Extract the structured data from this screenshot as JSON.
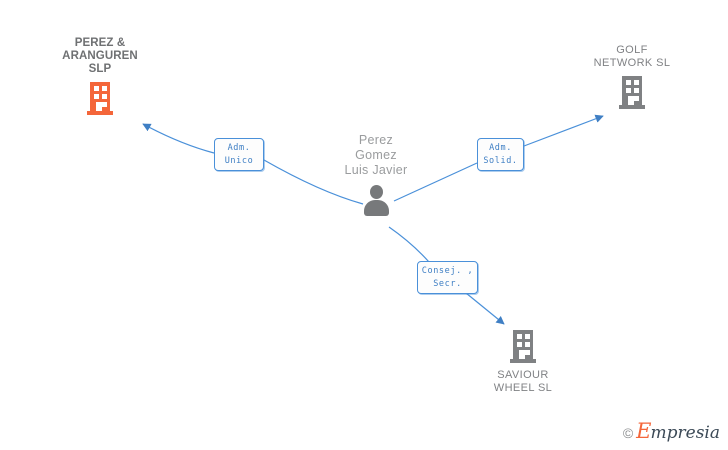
{
  "diagram": {
    "type": "org-relationship-graph",
    "background_color": "#ffffff",
    "accent_color": "#4a90d9",
    "highlight_color": "#f4663a",
    "neutral_color": "#7f8183"
  },
  "person": {
    "name": "Perez\nGomez\nLuis Javier",
    "icon": "person-icon"
  },
  "companies": [
    {
      "id": "perez-aranguren-slp",
      "name": "PEREZ &\nARANGUREN\nSLP",
      "icon": "building-icon",
      "color": "#f4663a",
      "highlighted": true
    },
    {
      "id": "golf-network-sl",
      "name": "GOLF\nNETWORK SL",
      "icon": "building-icon",
      "color": "#7f8183",
      "highlighted": false
    },
    {
      "id": "saviour-wheel-sl",
      "name": "SAVIOUR\nWHEEL SL",
      "icon": "building-icon",
      "color": "#7f8183",
      "highlighted": false
    }
  ],
  "relations": [
    {
      "id": "rel-adm-unico",
      "label": "Adm.\nUnico",
      "from": "Perez Gomez Luis Javier",
      "to": "PEREZ & ARANGUREN SLP"
    },
    {
      "id": "rel-adm-solid",
      "label": "Adm.\nSolid.",
      "from": "Perez Gomez Luis Javier",
      "to": "GOLF NETWORK SL"
    },
    {
      "id": "rel-consej-secr",
      "label": "Consej. ,\nSecr.",
      "from": "Perez Gomez Luis Javier",
      "to": "SAVIOUR WHEEL SL"
    }
  ],
  "watermark": {
    "copyright": "©",
    "brand_initial": "E",
    "brand_rest": "mpresia"
  }
}
